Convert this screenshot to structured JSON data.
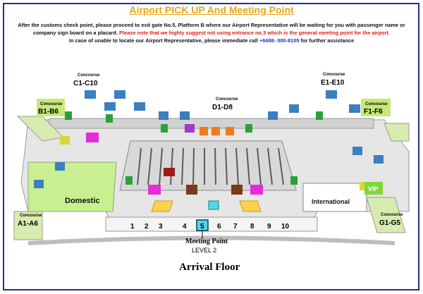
{
  "title": "Airport PICK UP And Meeting Point",
  "intro": {
    "line1": "After the customs check point, please proceed to exit gate No.5, Platform B where our Airport Representative will be waiting for you with passenger name or company sign board on a placard.",
    "line1_red": "Please note that we highly suggest not using entrance no.3 which is the general meeting point for the airport.",
    "line2_pre": "In case of unable to locate our Airport Representative, please immediate call",
    "phone": "+6688- 000-8105",
    "line2_post": "for further assistance"
  },
  "concourses": [
    {
      "word": "Concourse",
      "code": "C1-C10"
    },
    {
      "word": "Concourse",
      "code": "B1-B6"
    },
    {
      "word": "Concourse",
      "code": "D1-D8"
    },
    {
      "word": "Concourse",
      "code": "E1-E10"
    },
    {
      "word": "Concourse",
      "code": "F1-F6"
    },
    {
      "word": "Concourse",
      "code": "A1-A6"
    },
    {
      "word": "Concourse",
      "code": "G1-G5"
    }
  ],
  "zones": {
    "domestic": "Domestic",
    "international": "International",
    "vip": "VIP"
  },
  "gates": [
    "1",
    "2",
    "3",
    "4",
    "5",
    "6",
    "7",
    "8",
    "9",
    "10"
  ],
  "highlight_gate": "5",
  "meeting_point": "Meeting Point",
  "level": "LEVEL 2",
  "floor": "Arrival Floor",
  "colors": {
    "title": "#e8a417",
    "frame": "#1f2f8f",
    "concourse_box": "#c8e878",
    "domestic_zone": "#c8f090",
    "gate_highlight": "#4fd8e8",
    "sign_blue": "#3a7fc0",
    "sign_green": "#2aa23a"
  }
}
